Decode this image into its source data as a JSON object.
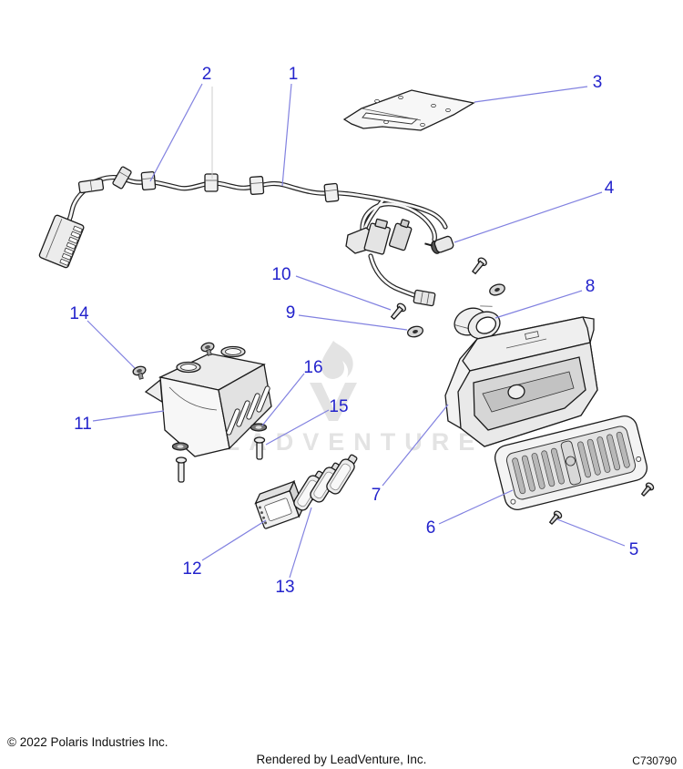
{
  "callouts": [
    "1",
    "2",
    "3",
    "4",
    "5",
    "6",
    "7",
    "8",
    "9",
    "10",
    "11",
    "12",
    "13",
    "14",
    "15",
    "16"
  ],
  "watermark": {
    "text": "LEADVENTURE"
  },
  "footer": {
    "copyright": "© 2022 Polaris Industries Inc.",
    "rendered_by": "Rendered by LeadVenture, Inc.",
    "part_code": "C730790"
  },
  "colors": {
    "callout_text": "#2323cc",
    "leader_line": "#8181e0",
    "faint_leader": "#cccccc",
    "part_outline": "#1b1b1b",
    "watermark": "#e3e3e3",
    "background": "#ffffff"
  }
}
